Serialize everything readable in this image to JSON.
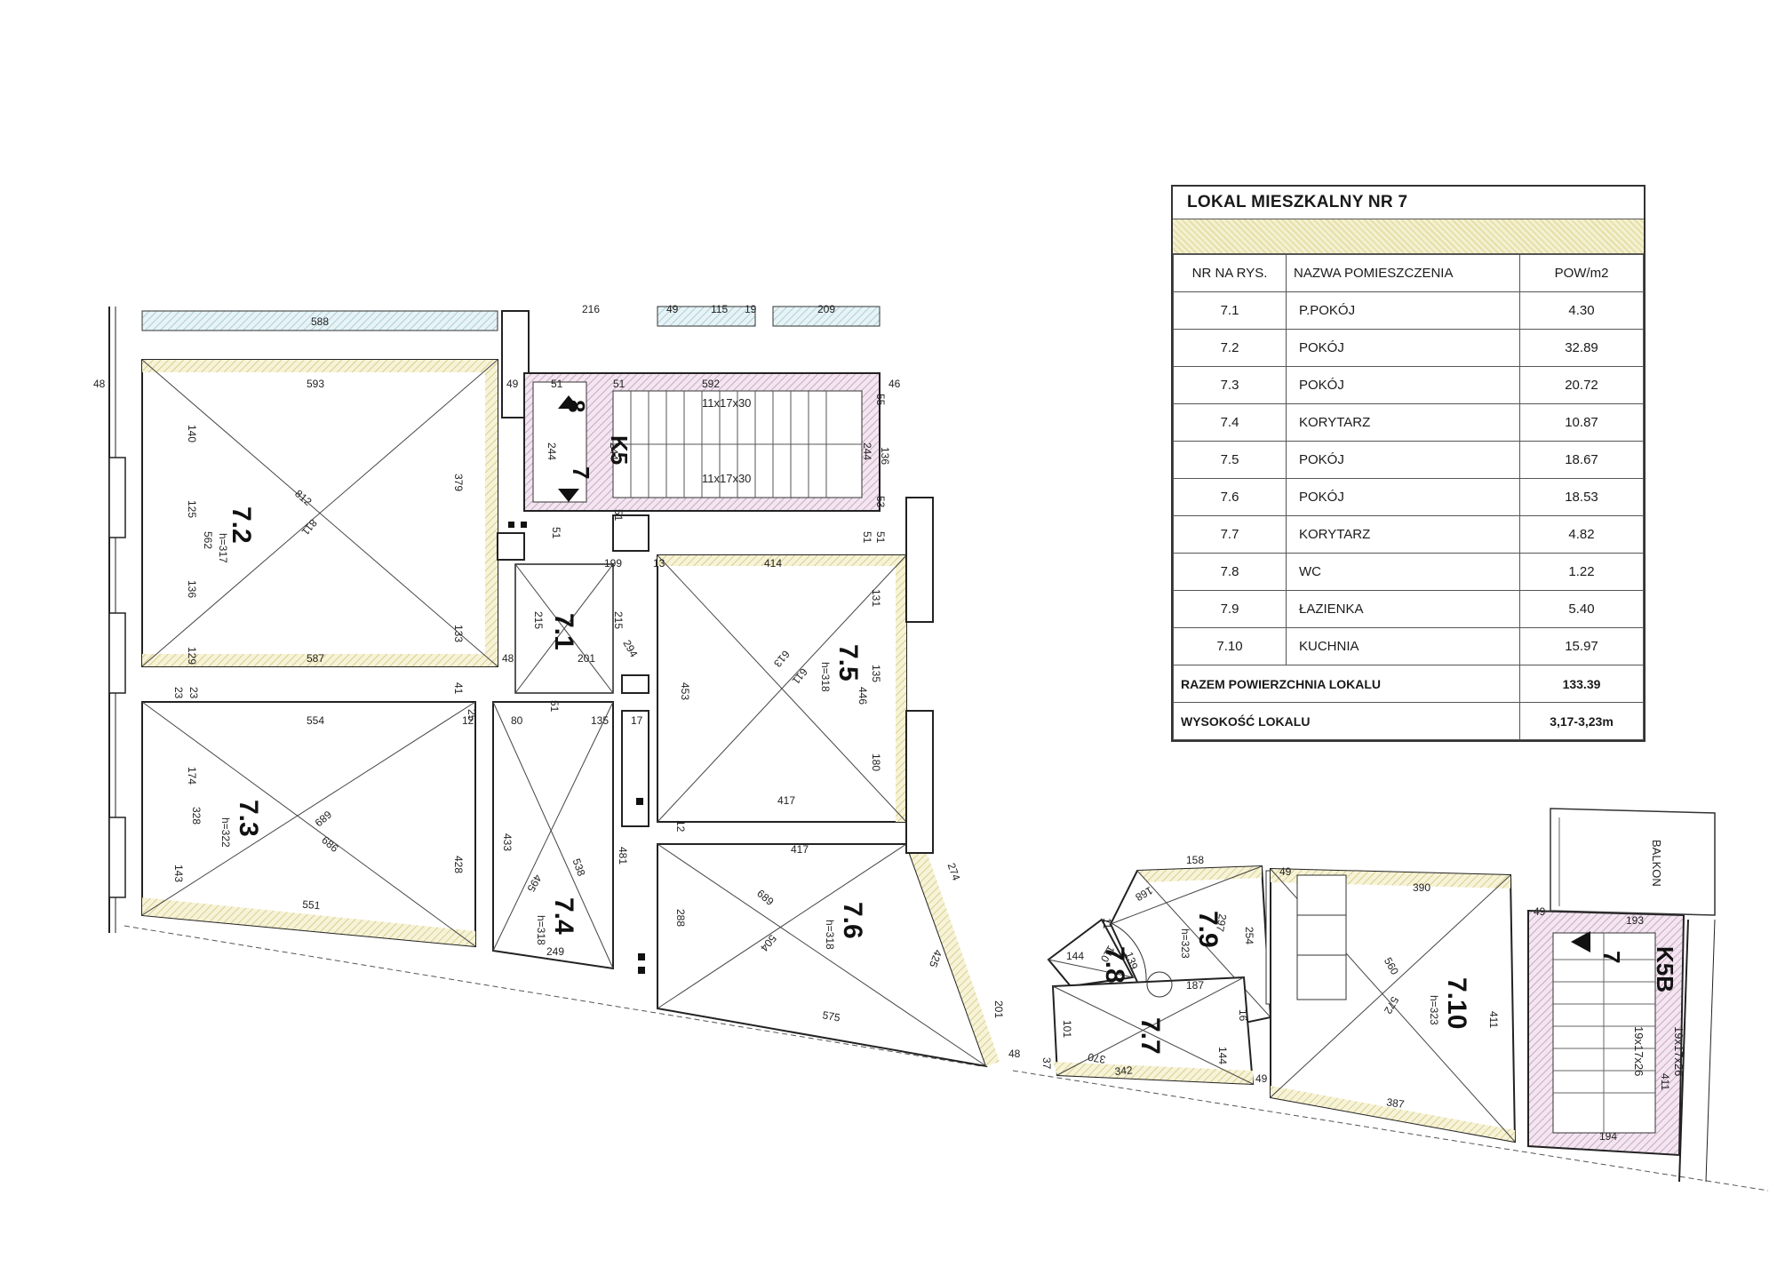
{
  "table": {
    "title": "LOKAL MIESZKALNY NR 7",
    "headers": [
      "NR NA RYS.",
      "NAZWA POMIESZCZENIA",
      "POW/m2"
    ],
    "rows": [
      {
        "nr": "7.1",
        "name": "P.POKÓJ",
        "area": "4.30"
      },
      {
        "nr": "7.2",
        "name": "POKÓJ",
        "area": "32.89"
      },
      {
        "nr": "7.3",
        "name": "POKÓJ",
        "area": "20.72"
      },
      {
        "nr": "7.4",
        "name": "KORYTARZ",
        "area": "10.87"
      },
      {
        "nr": "7.5",
        "name": "POKÓJ",
        "area": "18.67"
      },
      {
        "nr": "7.6",
        "name": "POKÓJ",
        "area": "18.53"
      },
      {
        "nr": "7.7",
        "name": "KORYTARZ",
        "area": "4.82"
      },
      {
        "nr": "7.8",
        "name": "WC",
        "area": "1.22"
      },
      {
        "nr": "7.9",
        "name": "ŁAZIENKA",
        "area": "5.40"
      },
      {
        "nr": "7.10",
        "name": "KUCHNIA",
        "area": "15.97"
      }
    ],
    "total_label": "RAZEM POWIERZCHNIA LOKALU",
    "total_value": "133.39",
    "height_label": "WYSOKOŚĆ LOKALU",
    "height_value": "3,17-3,23m"
  },
  "plan": {
    "rooms": {
      "r72": {
        "label": "7.2",
        "h": "h=317"
      },
      "r71": {
        "label": "7.1"
      },
      "r75": {
        "label": "7.5",
        "h": "h=318"
      },
      "r73": {
        "label": "7.3",
        "h": "h=322"
      },
      "r74": {
        "label": "7.4",
        "h": "h=318"
      },
      "r76": {
        "label": "7.6",
        "h": "h=318"
      },
      "r79": {
        "label": "7.9",
        "h": "h=323"
      },
      "r78": {
        "label": "7.8"
      },
      "r77": {
        "label": "7.7"
      },
      "r710": {
        "label": "7.10",
        "h": "h=323"
      }
    },
    "stair_k5": {
      "top": "8",
      "code": "K5",
      "bottom": "7",
      "tread_a": "11x17x30",
      "tread_b": "11x17x30"
    },
    "stair_k5b": {
      "code": "K5B",
      "num": "7",
      "tread_a": "19x17x26",
      "tread_b": "19x17x26"
    },
    "balkon": "BALKON",
    "dims": {
      "d588": "588",
      "d216": "216",
      "d49a": "49",
      "d115": "115",
      "d19": "19",
      "d209": "209",
      "d593": "593",
      "d48a": "48",
      "d49b": "49",
      "d51a": "51",
      "d51b": "51",
      "d592": "592",
      "d46": "46",
      "d140": "140",
      "d125": "125",
      "d562": "562",
      "d136": "136",
      "d129": "129",
      "d379": "379",
      "d812": "812",
      "d811": "811",
      "d244a": "244",
      "d244b": "244",
      "d244c": "244",
      "d55": "55",
      "d136b": "136",
      "d53": "53",
      "d51c": "51",
      "d51d": "51",
      "d51e": "51",
      "d51f": "51",
      "d199": "199",
      "d13": "13",
      "d414": "414",
      "d215a": "215",
      "d215b": "215",
      "d133": "133",
      "d131": "131",
      "d613": "613",
      "d611": "611",
      "d135": "135",
      "d446": "446",
      "d587": "587",
      "d48b": "48",
      "d201": "201",
      "d294": "294",
      "d453": "453",
      "d23a": "23",
      "d23b": "23",
      "d41": "41",
      "d25": "25",
      "d554": "554",
      "d12a": "12",
      "d80": "80",
      "d135b": "135",
      "d17": "17",
      "d51g": "51",
      "d180": "180",
      "d174": "174",
      "d328": "328",
      "d143": "143",
      "d689": "689",
      "d686": "686",
      "d428": "428",
      "d433": "433",
      "d495": "495",
      "d538": "538",
      "d481": "481",
      "d417a": "417",
      "d417b": "417",
      "d12b": "12",
      "d288": "288",
      "d551": "551",
      "d249": "249",
      "d689b": "689",
      "d504": "504",
      "d274": "274",
      "d425": "425",
      "d575": "575",
      "d201b": "201",
      "d48c": "48",
      "d37": "37",
      "d370": "370",
      "d342": "342",
      "d144a": "144",
      "d144b": "144",
      "d158": "158",
      "d168": "168",
      "d297": "297",
      "d254": "254",
      "d49c": "49",
      "d390": "390",
      "d49d": "49",
      "d193": "193",
      "d560": "560",
      "d572": "572",
      "d411a": "411",
      "d411b": "411",
      "d387": "387",
      "d194": "194",
      "d49e": "49",
      "d187": "187",
      "d110": "110",
      "d139": "139",
      "d11": "11",
      "d101": "101",
      "d16": "16"
    }
  }
}
